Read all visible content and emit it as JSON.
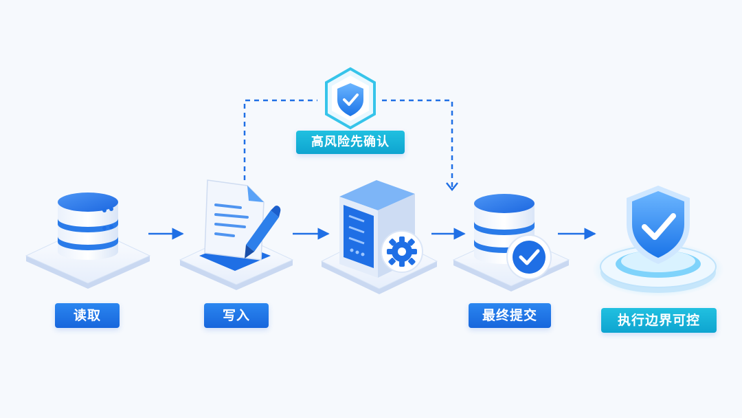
{
  "nodes": {
    "read": {
      "label": "读取",
      "icon": "database-icon"
    },
    "write": {
      "label": "写入",
      "icon": "document-pen-icon"
    },
    "server": {
      "icon": "server-gear-icon"
    },
    "commit": {
      "label": "最终提交",
      "icon": "database-check-icon"
    },
    "bound": {
      "label": "执行边界可控",
      "icon": "shield-check-icon"
    }
  },
  "risk_check": {
    "label": "高风险先确认",
    "icon": "shield-check-icon"
  },
  "colors": {
    "primary": "#1f6fe5",
    "primary_light": "#5aa2f7",
    "teal": "#17b3d9",
    "platform": "#e9f0fb",
    "background": "#f6f9fd"
  }
}
